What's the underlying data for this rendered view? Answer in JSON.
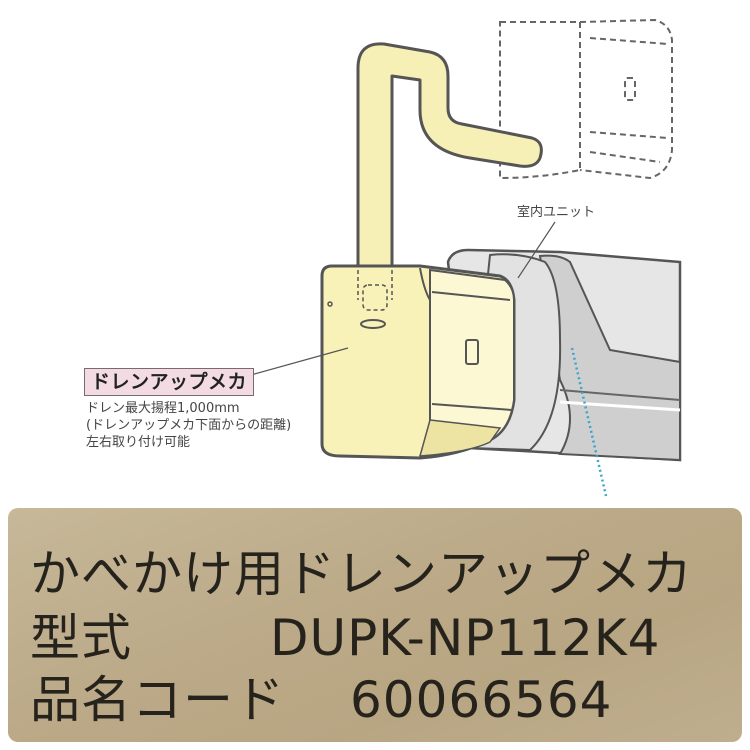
{
  "illustration": {
    "component_tag": "ドレンアップメカ",
    "component_notes": [
      "ドレン最大揚程1,000mm",
      "(ドレンアップメカ下面からの距離)",
      "左右取り付け可能"
    ],
    "indoor_unit_label": "室内ユニット",
    "colors": {
      "mechanism_fill": "#f8f2b8",
      "pipe_fill": "#f6efb6",
      "outline": "#555555",
      "unit_fill": "#dcdcdc",
      "tag_bg": "#f3dbe4",
      "dotted_line": "#3aa6c8"
    }
  },
  "product_label": {
    "product_name": "かべかけ用ドレンアップメカ",
    "model": {
      "key": "型式",
      "value": "DUPK-NP112K4"
    },
    "code": {
      "key": "品名コード",
      "value": "60066564"
    },
    "colors": {
      "background": "#bcab8a",
      "text": "#26231d"
    }
  }
}
